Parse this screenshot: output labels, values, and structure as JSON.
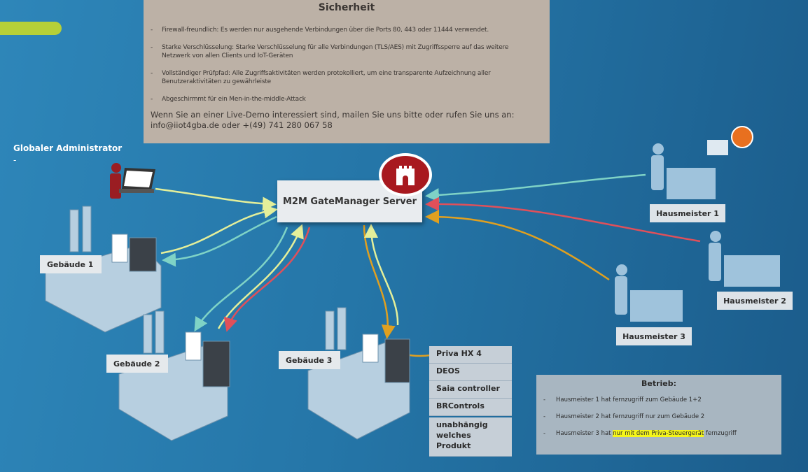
{
  "security": {
    "title": "Sicherheit",
    "items": [
      "Firewall-freundlich: Es werden nur ausgehende Verbindungen über die Ports 80, 443 oder 11444 verwendet.",
      "Starke Verschlüsselung: Starke Verschlüsselung für alle Verbindungen (TLS/AES) mit Zugriffssperre auf das weitere Netzwerk von allen Clients und IoT-Geräten",
      "Vollständiger Prüfpfad: Alle Zugriffsaktivitäten werden protokolliert, um eine transparente Aufzeichnung aller Benutzeraktivitäten zu gewährleiste",
      "Abgeschirmmt für ein Men-in-the-middle-Attack"
    ],
    "contact_line1": "Wenn Sie an einer Live-Demo interessiert sind, mailen Sie uns bitte oder rufen Sie uns an:",
    "contact_line2": "info@iiot4gba.de  oder +(49) 741 280 067 58"
  },
  "admin": {
    "label": "Globaler Administrator",
    "dash": "-"
  },
  "server": {
    "label": "M2M GateManager Server"
  },
  "caretakers": [
    "Hausmeister 1",
    "Hausmeister 2",
    "Hausmeister 3"
  ],
  "buildings": [
    "Gebäude 1",
    "Gebäude 2",
    "Gebäude 3"
  ],
  "products": [
    "Priva HX 4",
    "DEOS",
    "Saia controller",
    "BRControls",
    "unabhängig welches Produkt"
  ],
  "operation": {
    "title": "Betrieb:",
    "items": [
      "Hausmeister 1 hat fernzugriff zum Gebäude 1+2",
      "Hausmeister 2 hat fernzugriff nur zum Gebäude 2"
    ],
    "item3_pre": "Hausmeister 3 hat ",
    "item3_highlight": "nur mit dem Priva-Steuergerät",
    "item3_post": " fernzugriff"
  },
  "colors": {
    "accent_green": "#b6d038",
    "logo_red": "#a8191f",
    "arrow_yellow": "#e4ef9a",
    "arrow_teal": "#7fd3c6",
    "arrow_red": "#e0505a",
    "arrow_orange": "#e0a020"
  }
}
